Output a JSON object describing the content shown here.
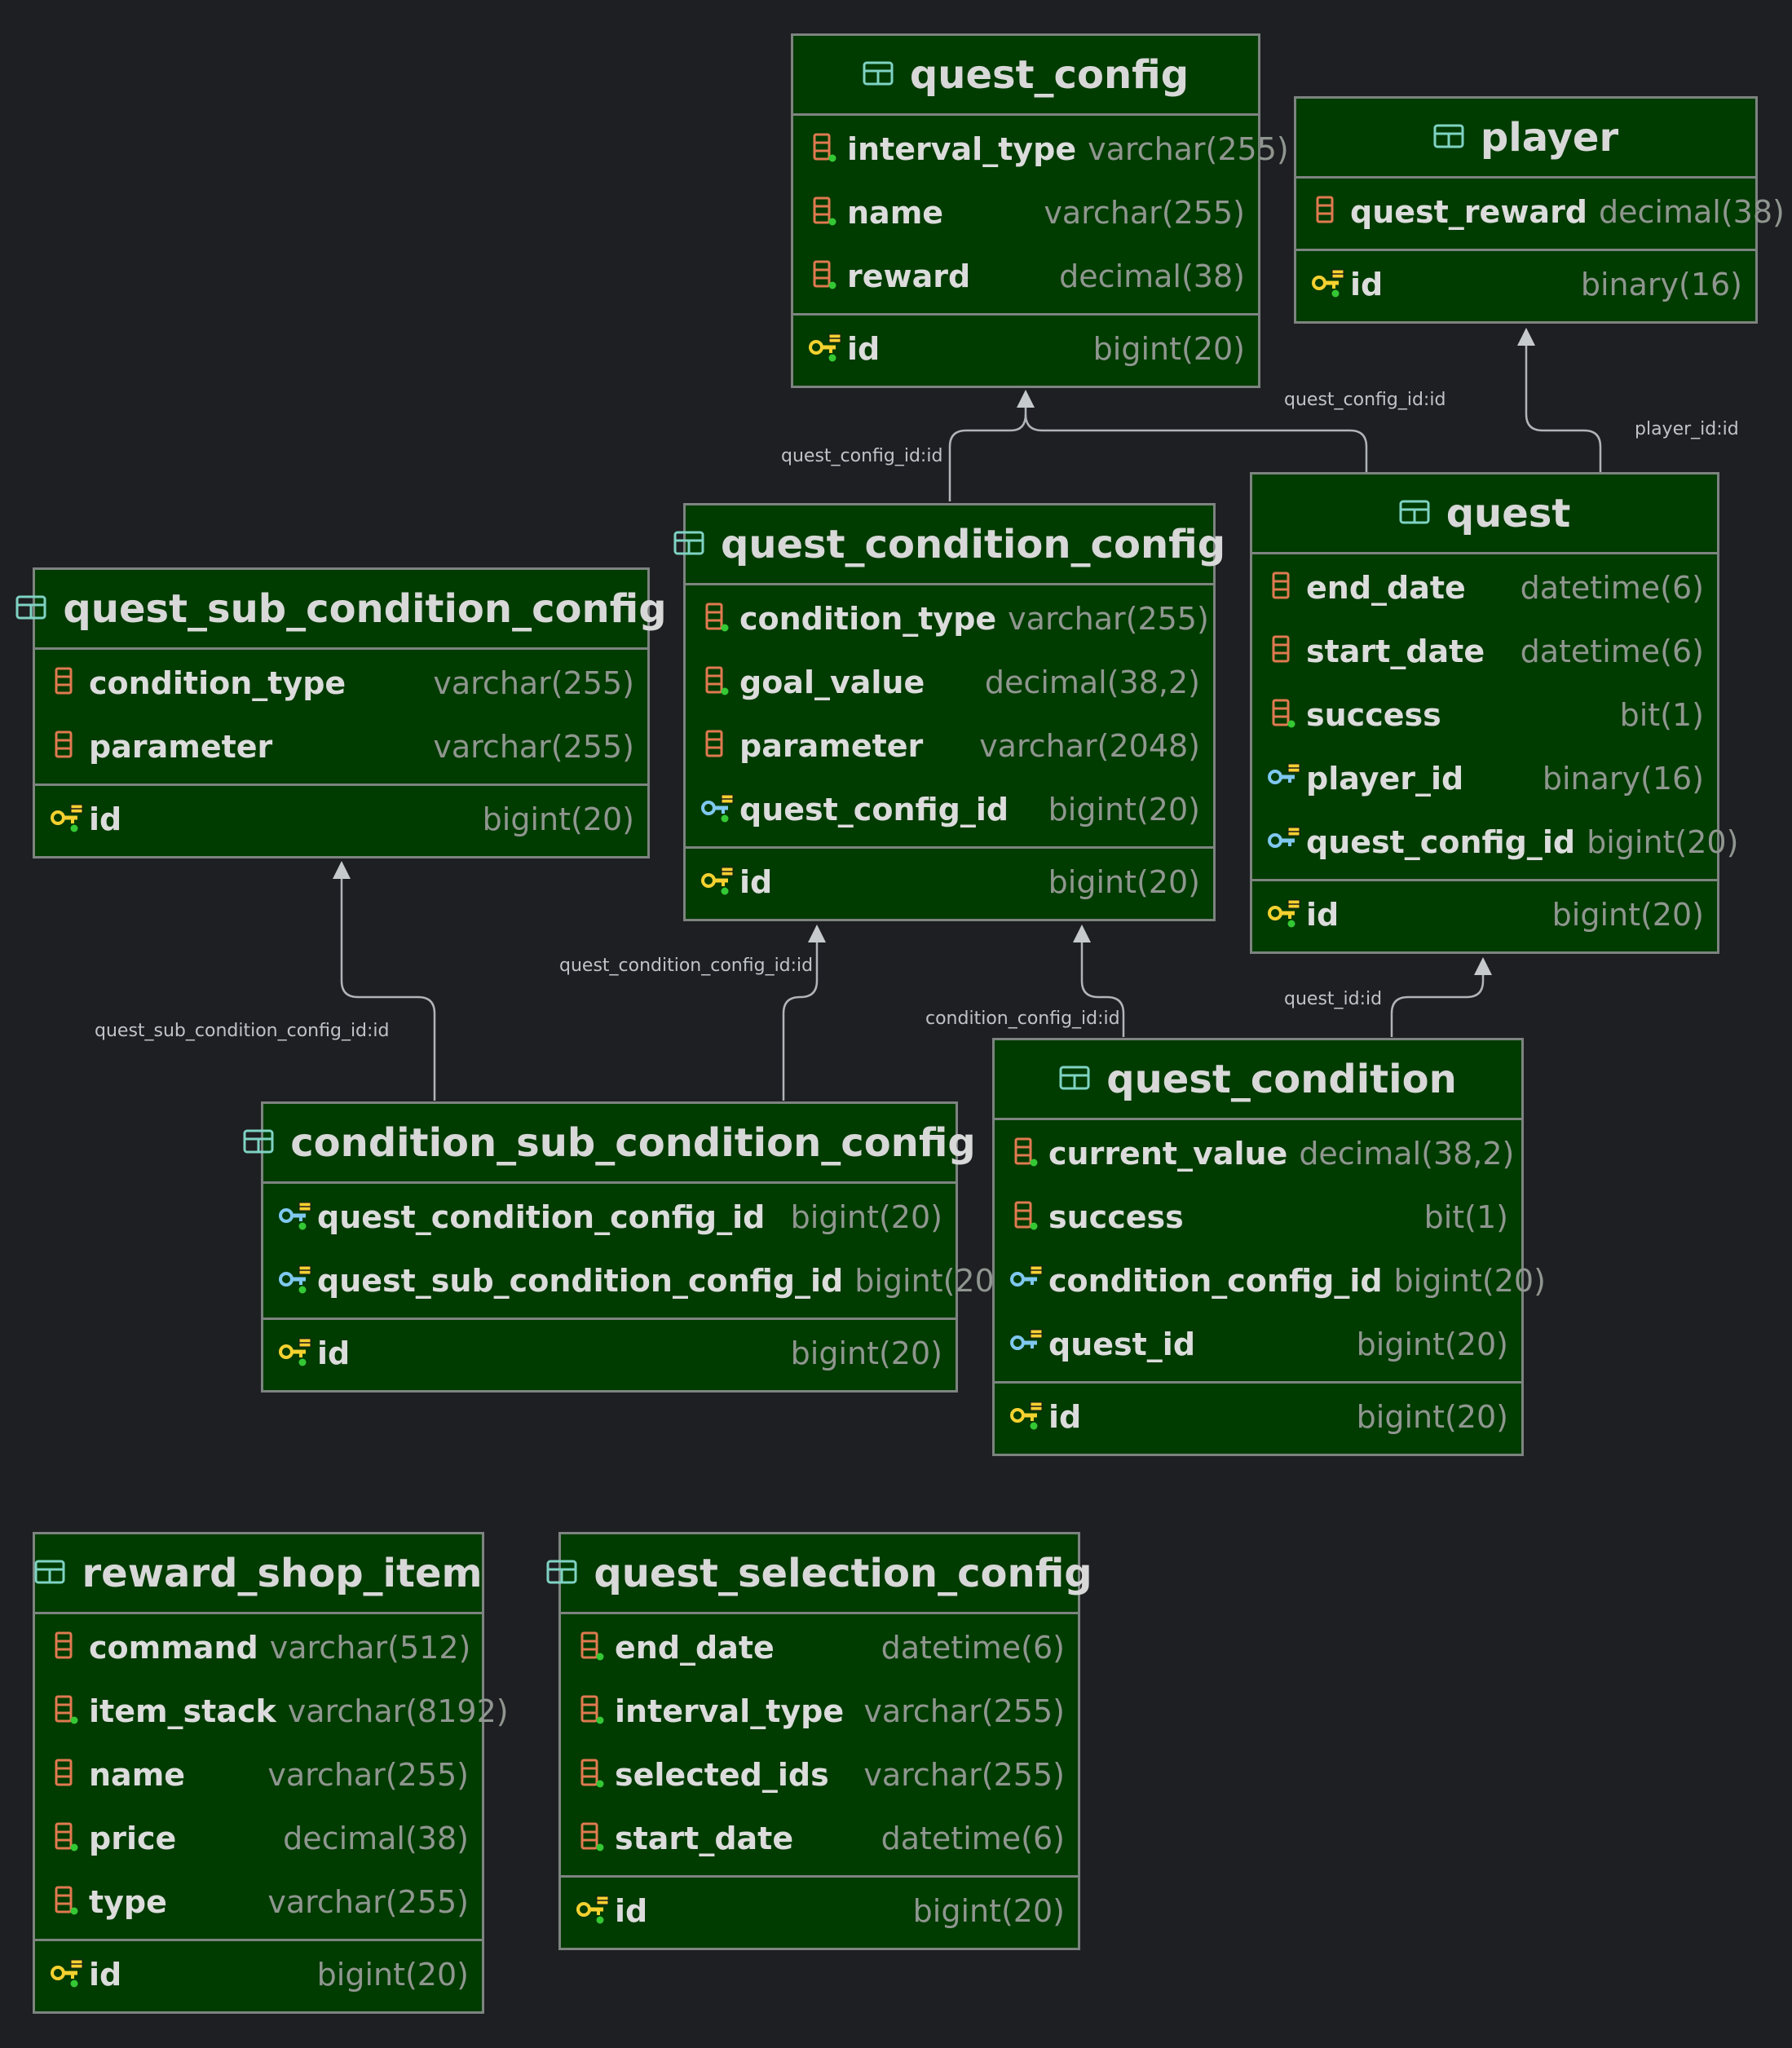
{
  "colors": {
    "background": "#1e1f22",
    "table_fill": "#003b00",
    "table_border": "#7d8480",
    "column_icon": "#e07a50",
    "primary_key_icon": "#f5d130",
    "foreign_key_icon": "#7fc8f0",
    "not_null_dot": "#34c834",
    "edge": "#b0b4b8"
  },
  "tables": {
    "quest_config": {
      "name": "quest_config",
      "columns": [
        {
          "name": "interval_type",
          "type": "varchar(255)",
          "icon": "column-icon",
          "not_null": true
        },
        {
          "name": "name",
          "type": "varchar(255)",
          "icon": "column-icon",
          "not_null": true
        },
        {
          "name": "reward",
          "type": "decimal(38)",
          "icon": "column-icon",
          "not_null": true
        }
      ],
      "keys": [
        {
          "name": "id",
          "type": "bigint(20)",
          "icon": "primary-key-icon",
          "not_null": true
        }
      ]
    },
    "player": {
      "name": "player",
      "columns": [
        {
          "name": "quest_reward",
          "type": "decimal(38)",
          "icon": "column-icon",
          "not_null": false
        }
      ],
      "keys": [
        {
          "name": "id",
          "type": "binary(16)",
          "icon": "primary-key-icon",
          "not_null": true
        }
      ]
    },
    "quest_sub_condition_config": {
      "name": "quest_sub_condition_config",
      "columns": [
        {
          "name": "condition_type",
          "type": "varchar(255)",
          "icon": "column-icon",
          "not_null": false
        },
        {
          "name": "parameter",
          "type": "varchar(255)",
          "icon": "column-icon",
          "not_null": false
        }
      ],
      "keys": [
        {
          "name": "id",
          "type": "bigint(20)",
          "icon": "primary-key-icon",
          "not_null": true
        }
      ]
    },
    "quest_condition_config": {
      "name": "quest_condition_config",
      "columns": [
        {
          "name": "condition_type",
          "type": "varchar(255)",
          "icon": "column-icon",
          "not_null": true
        },
        {
          "name": "goal_value",
          "type": "decimal(38,2)",
          "icon": "column-icon",
          "not_null": true
        },
        {
          "name": "parameter",
          "type": "varchar(2048)",
          "icon": "column-icon",
          "not_null": false
        },
        {
          "name": "quest_config_id",
          "type": "bigint(20)",
          "icon": "foreign-key-icon",
          "not_null": true
        }
      ],
      "keys": [
        {
          "name": "id",
          "type": "bigint(20)",
          "icon": "primary-key-icon",
          "not_null": true
        }
      ]
    },
    "quest": {
      "name": "quest",
      "columns": [
        {
          "name": "end_date",
          "type": "datetime(6)",
          "icon": "column-icon",
          "not_null": false
        },
        {
          "name": "start_date",
          "type": "datetime(6)",
          "icon": "column-icon",
          "not_null": false
        },
        {
          "name": "success",
          "type": "bit(1)",
          "icon": "column-icon",
          "not_null": true
        },
        {
          "name": "player_id",
          "type": "binary(16)",
          "icon": "foreign-key-icon",
          "not_null": false
        },
        {
          "name": "quest_config_id",
          "type": "bigint(20)",
          "icon": "foreign-key-icon",
          "not_null": false
        }
      ],
      "keys": [
        {
          "name": "id",
          "type": "bigint(20)",
          "icon": "primary-key-icon",
          "not_null": true
        }
      ]
    },
    "condition_sub_condition_config": {
      "name": "condition_sub_condition_config",
      "columns": [
        {
          "name": "quest_condition_config_id",
          "type": "bigint(20)",
          "icon": "foreign-key-icon",
          "not_null": true
        },
        {
          "name": "quest_sub_condition_config_id",
          "type": "bigint(20)",
          "icon": "foreign-key-icon",
          "not_null": true
        }
      ],
      "keys": [
        {
          "name": "id",
          "type": "bigint(20)",
          "icon": "primary-key-icon",
          "not_null": true
        }
      ]
    },
    "quest_condition": {
      "name": "quest_condition",
      "columns": [
        {
          "name": "current_value",
          "type": "decimal(38,2)",
          "icon": "column-icon",
          "not_null": true
        },
        {
          "name": "success",
          "type": "bit(1)",
          "icon": "column-icon",
          "not_null": true
        },
        {
          "name": "condition_config_id",
          "type": "bigint(20)",
          "icon": "foreign-key-icon",
          "not_null": false
        },
        {
          "name": "quest_id",
          "type": "bigint(20)",
          "icon": "foreign-key-icon",
          "not_null": false
        }
      ],
      "keys": [
        {
          "name": "id",
          "type": "bigint(20)",
          "icon": "primary-key-icon",
          "not_null": true
        }
      ]
    },
    "reward_shop_item": {
      "name": "reward_shop_item",
      "columns": [
        {
          "name": "command",
          "type": "varchar(512)",
          "icon": "column-icon",
          "not_null": false
        },
        {
          "name": "item_stack",
          "type": "varchar(8192)",
          "icon": "column-icon",
          "not_null": true
        },
        {
          "name": "name",
          "type": "varchar(255)",
          "icon": "column-icon",
          "not_null": false
        },
        {
          "name": "price",
          "type": "decimal(38)",
          "icon": "column-icon",
          "not_null": true
        },
        {
          "name": "type",
          "type": "varchar(255)",
          "icon": "column-icon",
          "not_null": true
        }
      ],
      "keys": [
        {
          "name": "id",
          "type": "bigint(20)",
          "icon": "primary-key-icon",
          "not_null": true
        }
      ]
    },
    "quest_selection_config": {
      "name": "quest_selection_config",
      "columns": [
        {
          "name": "end_date",
          "type": "datetime(6)",
          "icon": "column-icon",
          "not_null": true
        },
        {
          "name": "interval_type",
          "type": "varchar(255)",
          "icon": "column-icon",
          "not_null": true
        },
        {
          "name": "selected_ids",
          "type": "varchar(255)",
          "icon": "column-icon",
          "not_null": true
        },
        {
          "name": "start_date",
          "type": "datetime(6)",
          "icon": "column-icon",
          "not_null": true
        }
      ],
      "keys": [
        {
          "name": "id",
          "type": "bigint(20)",
          "icon": "primary-key-icon",
          "not_null": true
        }
      ]
    }
  },
  "relations": [
    {
      "from": "quest_condition_config",
      "to": "quest_config",
      "label": "quest_config_id:id"
    },
    {
      "from": "quest",
      "to": "quest_config",
      "label": "quest_config_id:id"
    },
    {
      "from": "quest",
      "to": "player",
      "label": "player_id:id"
    },
    {
      "from": "condition_sub_condition_config",
      "to": "quest_sub_condition_config",
      "label": "quest_sub_condition_config_id:id"
    },
    {
      "from": "condition_sub_condition_config",
      "to": "quest_condition_config",
      "label": "quest_condition_config_id:id"
    },
    {
      "from": "quest_condition",
      "to": "quest_condition_config",
      "label": "condition_config_id:id"
    },
    {
      "from": "quest_condition",
      "to": "quest",
      "label": "quest_id:id"
    }
  ]
}
